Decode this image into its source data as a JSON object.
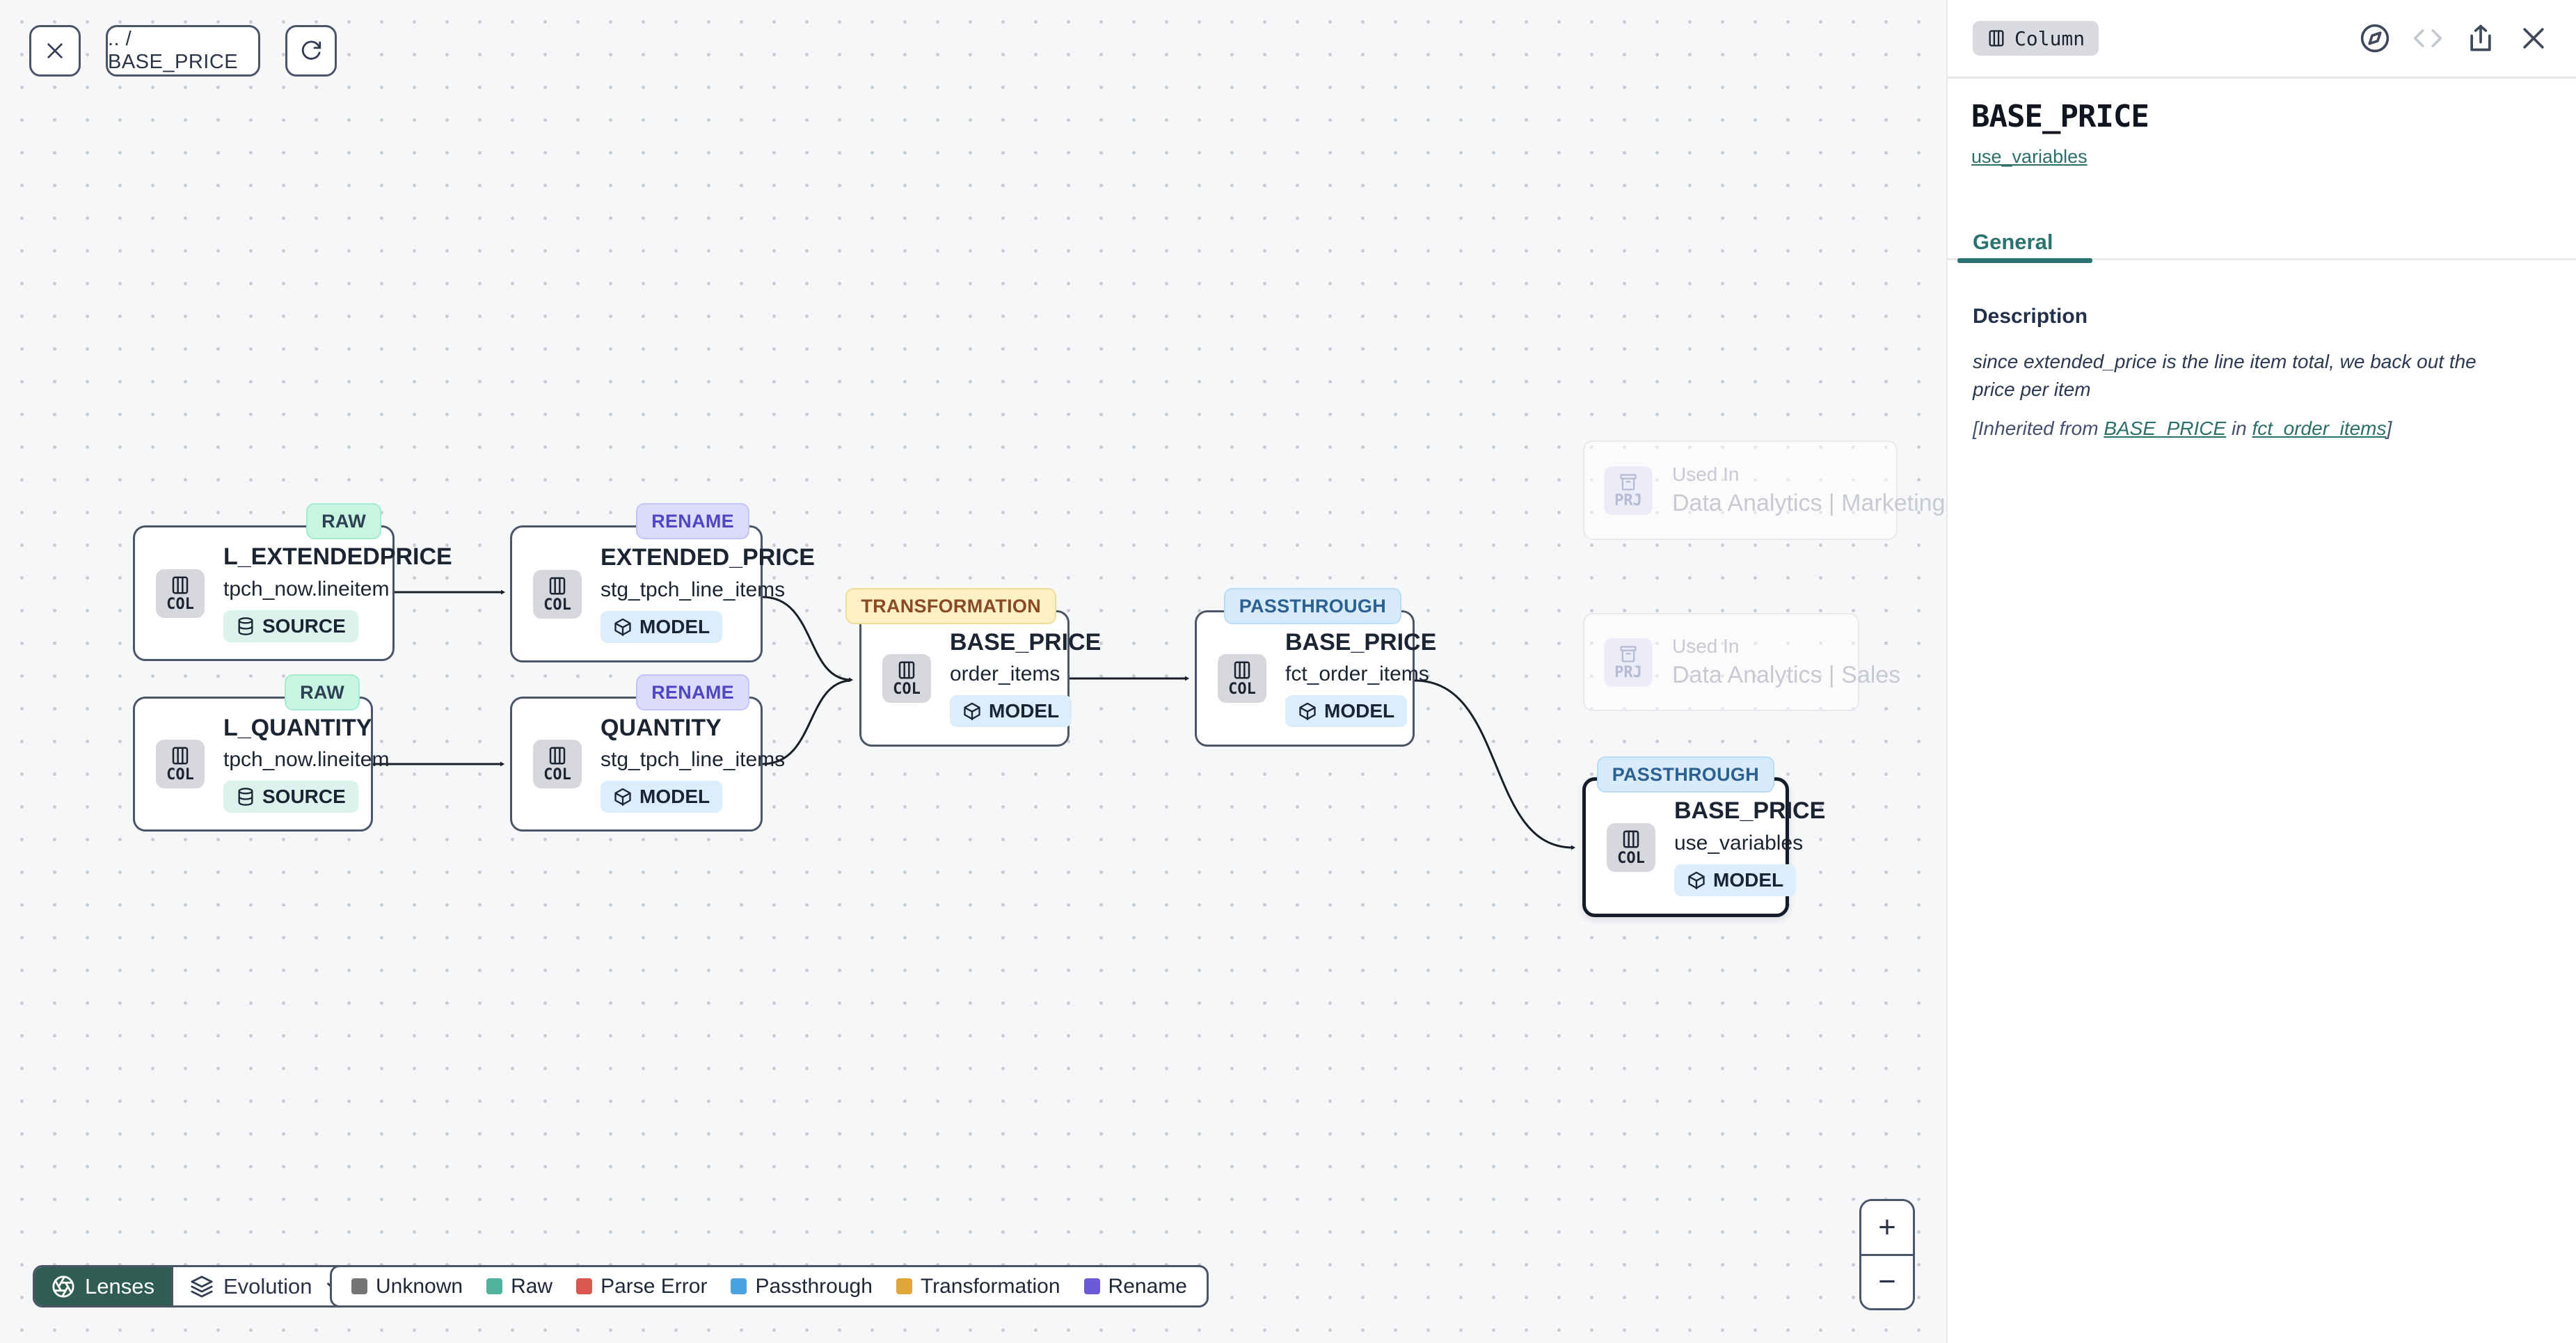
{
  "toolbar": {
    "breadcrumb": ".. / BASE_PRICE"
  },
  "graph": {
    "nodes": [
      {
        "title": "L_EXTENDEDPRICE",
        "table": "tpch_now.lineitem",
        "badge": "RAW",
        "badge_type": "raw",
        "chip": "SOURCE",
        "chip_type": "source",
        "icon_label": "COL",
        "selected": false
      },
      {
        "title": "EXTENDED_PRICE",
        "table": "stg_tpch_line_items",
        "badge": "RENAME",
        "badge_type": "rename",
        "chip": "MODEL",
        "chip_type": "model",
        "icon_label": "COL",
        "selected": false
      },
      {
        "title": "L_QUANTITY",
        "table": "tpch_now.lineitem",
        "badge": "RAW",
        "badge_type": "raw",
        "chip": "SOURCE",
        "chip_type": "source",
        "icon_label": "COL",
        "selected": false
      },
      {
        "title": "QUANTITY",
        "table": "stg_tpch_line_items",
        "badge": "RENAME",
        "badge_type": "rename",
        "chip": "MODEL",
        "chip_type": "model",
        "icon_label": "COL",
        "selected": false
      },
      {
        "title": "BASE_PRICE",
        "table": "order_items",
        "badge": "TRANSFORMATION",
        "badge_type": "transformation",
        "chip": "MODEL",
        "chip_type": "model",
        "icon_label": "COL",
        "selected": false
      },
      {
        "title": "BASE_PRICE",
        "table": "fct_order_items",
        "badge": "PASSTHROUGH",
        "badge_type": "passthrough",
        "chip": "MODEL",
        "chip_type": "model",
        "icon_label": "COL",
        "selected": false
      },
      {
        "title": "BASE_PRICE",
        "table": "use_variables",
        "badge": "PASSTHROUGH",
        "badge_type": "passthrough",
        "chip": "MODEL",
        "chip_type": "model",
        "icon_label": "COL",
        "selected": true
      }
    ],
    "ghost_nodes": [
      {
        "icon_label": "PRJ",
        "kicker": "Used In",
        "title": "Data Analytics | Marketing"
      },
      {
        "icon_label": "PRJ",
        "kicker": "Used In",
        "title": "Data Analytics | Sales"
      }
    ]
  },
  "lens_bar": {
    "lenses_label": "Lenses",
    "mode": "Evolution"
  },
  "legend": {
    "items": [
      {
        "label": "Unknown",
        "color": "#757575"
      },
      {
        "label": "Raw",
        "color": "#4FB39B"
      },
      {
        "label": "Parse Error",
        "color": "#D9574E"
      },
      {
        "label": "Passthrough",
        "color": "#4AA3E0"
      },
      {
        "label": "Transformation",
        "color": "#E0A63A"
      },
      {
        "label": "Rename",
        "color": "#6B5BD8"
      }
    ]
  },
  "zoom_controls": {
    "zoom_in": "+",
    "zoom_out": "−"
  },
  "panel": {
    "type_chip": "Column",
    "title": "BASE_PRICE",
    "subtitle_link": "use_variables",
    "tab_general": "General",
    "description_heading": "Description",
    "description": "since extended_price is the line item total, we back out the price per item",
    "inherited_prefix": "[Inherited from ",
    "inherited_link_column": "BASE_PRICE",
    "inherited_infix": " in ",
    "inherited_link_model": "fct_order_items",
    "inherited_suffix": "]"
  },
  "colors": {
    "accent_teal": "#2A7370",
    "lenses_bg": "#2F5D52",
    "node_border": "#4B5568",
    "selected_border": "#141B2B",
    "badge_raw_bg": "#C8F5E2",
    "badge_rename_bg": "#DCDBFA",
    "badge_transformation_bg": "#FCF0C4",
    "badge_passthrough_bg": "#D7EBFB",
    "chip_source_bg": "#DCF2EC",
    "chip_model_bg": "#DCEDFB"
  }
}
